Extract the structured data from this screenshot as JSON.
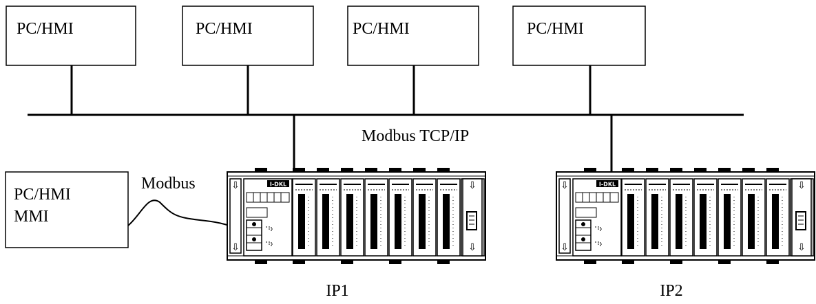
{
  "pc_boxes": [
    "PC/HMI",
    "PC/HMI",
    "PC/HMI",
    "PC/HMI"
  ],
  "network_label": "Modbus TCP/IP",
  "local_pc": {
    "line1": "PC/HMI",
    "line2": "MMI"
  },
  "serial_label": "Modbus",
  "racks": [
    {
      "label": "IP1",
      "brand": "I-DKL"
    },
    {
      "label": "IP2",
      "brand": "I-DKL"
    }
  ]
}
